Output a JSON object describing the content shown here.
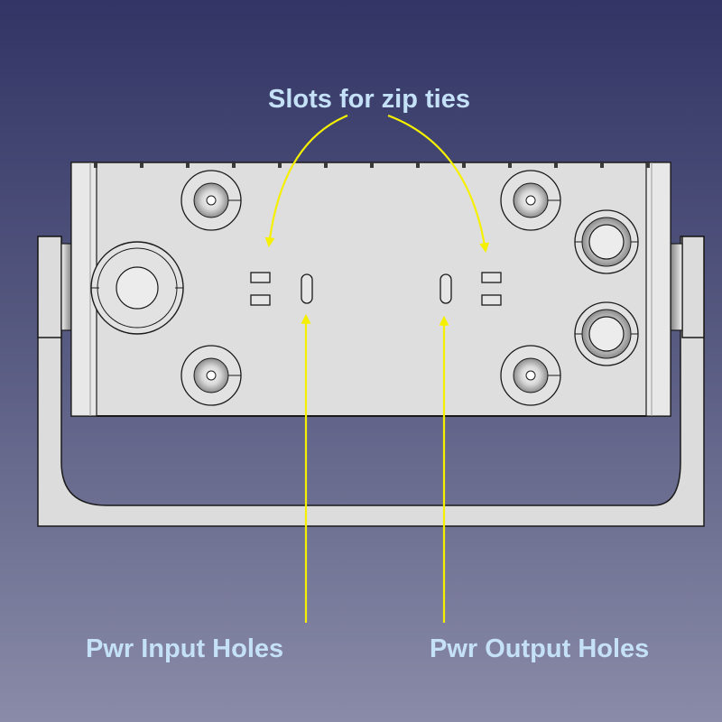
{
  "annotations": {
    "slots_label": "Slots for zip ties",
    "input_label": "Pwr Input Holes",
    "output_label": "Pwr Output Holes"
  },
  "colors": {
    "background_top": "#323565",
    "background_bottom": "#8a8ba8",
    "part_fill": "#dcdcdc",
    "outline": "#1a1a1a",
    "arrow": "#f5f000",
    "label_text": "#c4e1f7"
  }
}
